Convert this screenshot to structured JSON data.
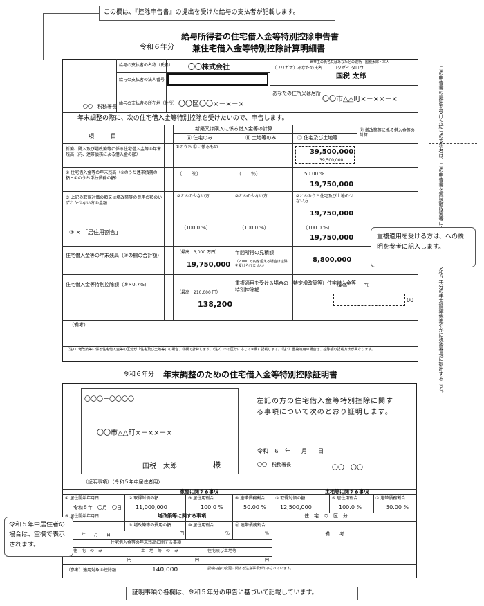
{
  "top_note": "この欄は、『控除申告書』の提出を受けた給与の支払者が記載します。",
  "header": {
    "year": "令和６年分",
    "title1": "給与所得者の住宅借入金等特別控除申告書",
    "title2": "兼住宅借入金等特別控除計算明細書"
  },
  "info": {
    "payer_name_label": "給与の支払者の名称（氏名）",
    "payer_name": "〇〇株式会社",
    "payer_corp_label": "給与の支払者の法人番号",
    "payer_addr_label": "給与の支払者の所在地（住所）",
    "payer_addr": "〇〇区〇〇×－×－×",
    "tax_office": "〇〇　税務署長",
    "furigana_label": "（フリガナ）あなたの氏名",
    "furigana": "コクゼイ タロウ",
    "taxpayer_name": "国税 太郎",
    "taxpayer_name_mini": "世帯主の氏名又はあなたとの続柄　国税太郎・本人",
    "address_label": "あなたの住所又は居所",
    "address": "〇〇市△△町×－××－×"
  },
  "calc": {
    "intro": "年末調整の際に、次の住宅借入金等特別控除を受けたいので、申告します。",
    "group_header": "新築又は購入に係る借入金等の計算",
    "col_item": "項　　　目",
    "col1": "Ⓐ 住宅のみ",
    "col2": "Ⓑ 土地等のみ",
    "col3": "Ⓒ 住宅及び土地等",
    "col4": "Ⓓ 増改築等に係る借入金等の計算",
    "r1_label": "新築、購入及び増改築等に係る住宅借入金等の年末残高（内、連帯債務による借入金の額）",
    "r1_sub": "①のうち Ⓒに係るもの",
    "r1_c3": "39,500,000",
    "r1_c3b": "39,500,000",
    "r2_label": "② 住宅借入金等の年末残高（①のうち連帯債務の額・①のうち単独債務の額）",
    "r2_c3pct": "50.00 %",
    "r2_c3": "19,750,000",
    "r2_pct": "（　　％）",
    "r3_label": "③ 上記の取得対価の額又は増改築等の費用の額のいずれか少ない方の金額",
    "r3_sub1": "②と⑤の少ない方",
    "r3_sub3": "②と⑤のうち住宅及び土地の少ない方",
    "r3_c3": "19,750,000",
    "r4_label": "③ × 「居住用割合」",
    "r4_pct": "（100.0 %）",
    "r4_c3pct": "（100.0 %）",
    "r4_c3": "19,750,000",
    "r5_label": "住宅借入金等の年末残高（④の欄の合計額）",
    "r5_cap": "（最高　3,000 万円）",
    "r5_val": "19,750,000",
    "r5_mid": "年間所得の見積額",
    "r5_mid_sub": "（2,000 万円を超える場合は控除を受けられません）",
    "r5_income": "8,800,000",
    "r6_label": "住宅借入金等特別控除額（⑤×0.7%）",
    "r6_cap": "（最高　210,000 円）",
    "r6_val": "138,200",
    "r6_mid": "重複適用を受ける場合の（特定増改築等）住宅借入金等特別控除額",
    "r6_right": "（最高　　　　円）",
    "r6_right_tail": "00",
    "bikou": "（備考）",
    "footnotes": "（注1）増改築等に係る住宅借入金等の区分が「住宅及び土地等」の場合、Ⓓ欄で計算します。（注2）②の区分に応じて④欄に記載します。（注3）重複適用の場合は、控除額の記載方法が異なります。"
  },
  "callout_right": "重複適用を受ける方は、への説明を参考に記入します。",
  "side_note": "この申告書の提出を受けた給与の支払者は、この申告書を源泉徴収簿等に添付して保存し、令和６年分の年末調整後速やかに税務署長に提出すること。",
  "certificate": {
    "year": "令和６年分",
    "title": "年末調整のための住宅借入金等特別控除証明書",
    "postal": "〇〇〇－〇〇〇〇",
    "addr": "〇〇市△△町×－××－×",
    "name": "国税　太郎",
    "sama": "様",
    "statement": "左記の方の住宅借入金等特別控除に関する事項について次のとおり証明します。",
    "date": "令和　６　年　　月　　日",
    "office": "〇〇　税務署長",
    "seal": "〇〇　〇〇",
    "certified_items": "（証明事項）（令和５年中居住者用）",
    "house_head": "家屋に関する事項",
    "land_head": "土地等に関する事項",
    "move_in_label": "① 居住開始年月日",
    "price_label": "② 取得対価の額",
    "ratio_label": "③ 居住用割合",
    "joint_label": "④ 連帯債務割合",
    "move_in_date": "令和５年　〇月　〇日",
    "house_price": "11,000,000",
    "house_ratio": "100.0 %",
    "house_joint": "50.00 %",
    "land_price_label": "⑤ 取得対価の額",
    "land_ratio_label": "⑥ 居住用割合",
    "land_joint_label": "⑦ 連帯債務割合",
    "land_price": "12,500,000",
    "land_ratio": "100.0 %",
    "land_joint": "50.00 %",
    "reno_head": "増改築等に関する事項",
    "reno_move": "⑧ 居住開始年月日",
    "reno_cost": "⑨ 増改築等の費用の額",
    "reno_ratio": "⑩ 居住用割合",
    "reno_joint": "⑪ 連帯債務割合",
    "reno_date": "年　　月　　日",
    "yen": "円",
    "pct": "％",
    "category_label": "住　宅　の　区　分",
    "remarks_label": "備　　考",
    "balance_head": "住宅借入金等の年末残高に関する事項",
    "bal1": "住　宅　の　み",
    "bal2": "土　地　等　の　み",
    "bal3": "住宅及び土地等",
    "ref_label": "（参考）適用対象の控除額",
    "ref_amount": "140,000",
    "fine_print": "記載内容の変更に関する注意事項が印字されています。"
  },
  "callout_left": "令和５年中居住者の場合は、空欄で表示されます。",
  "bottom_note": "証明事項の各欄は、令和５年分の申告に基づいて記載しています。"
}
